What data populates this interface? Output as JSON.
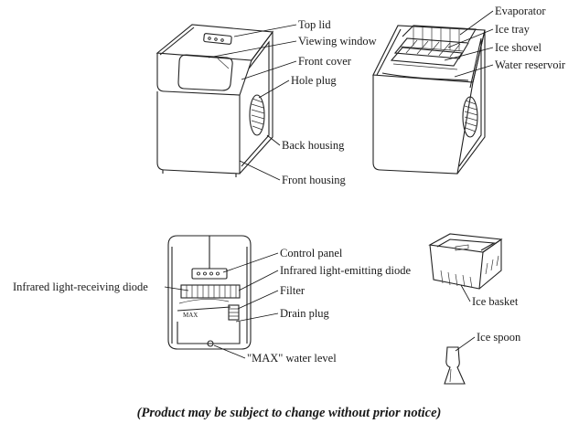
{
  "labels": {
    "top_lid": "Top lid",
    "viewing_window": "Viewing window",
    "front_cover": "Front cover",
    "hole_plug": "Hole plug",
    "back_housing": "Back housing",
    "front_housing": "Front housing",
    "evaporator": "Evaporator",
    "ice_tray": "Ice tray",
    "ice_shovel": "Ice shovel",
    "water_reservoir": "Water reservoir",
    "control_panel": "Control panel",
    "infrared_emitting": "Infrared light-emitting diode",
    "infrared_receiving": "Infrared light-receiving diode",
    "filter": "Filter",
    "drain_plug": "Drain plug",
    "max_water_level": "\"MAX\" water level",
    "ice_basket": "Ice basket",
    "ice_spoon": "Ice spoon",
    "max_mark": "MAX"
  },
  "notice": "(Product may be subject to change without prior notice)"
}
